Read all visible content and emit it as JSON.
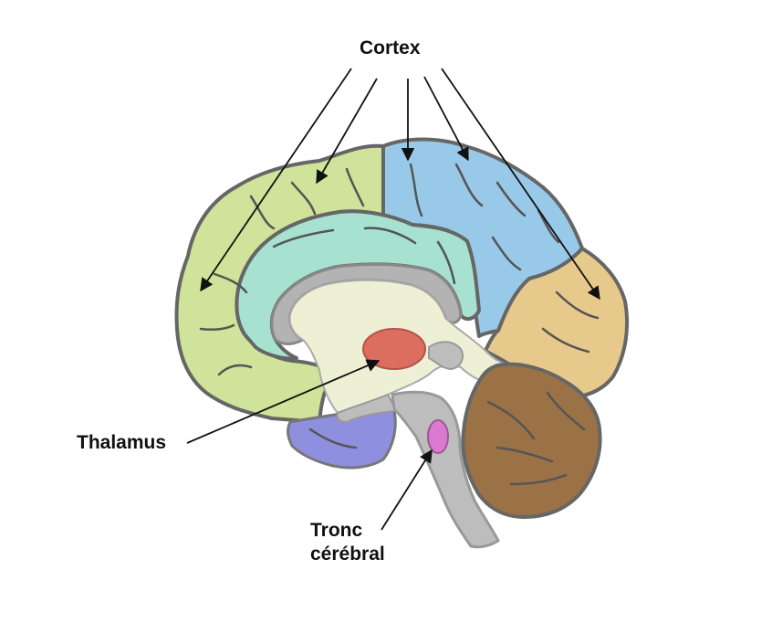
{
  "labels": {
    "cortex": "Cortex",
    "thalamus": "Thalamus",
    "tronc_line1": "Tronc",
    "tronc_line2": "cérébral"
  },
  "colors": {
    "frontal_lobe": "#cfe39a",
    "parietal_lobe": "#98c9e8",
    "occipital_lobe": "#e8c98c",
    "limbic_cortex": "#a6e2cf",
    "corpus_callosum": "#b3b3b3",
    "diencephalon": "#eef0d6",
    "thalamus": "#dc6e60",
    "temporal_lobe": "#8f8fe0",
    "cerebellum": "#9a7245",
    "brainstem": "#bdbdbd",
    "brainstem_nucleus": "#d97ad0",
    "sulcus_lines": "#555555",
    "arrows": "#111111"
  }
}
